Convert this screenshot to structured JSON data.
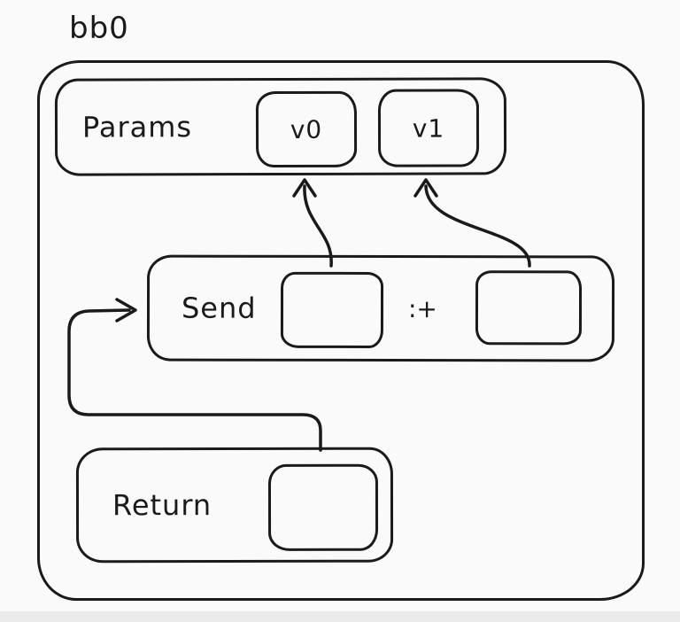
{
  "colors": {
    "ink": "#1a1a1a",
    "background": "#fafafa"
  },
  "diagram": {
    "block_label": "bb0",
    "params_node": {
      "label": "Params",
      "values": [
        "v0",
        "v1"
      ]
    },
    "send_node": {
      "label": "Send",
      "operator": ":+"
    },
    "return_node": {
      "label": "Return"
    },
    "edges": [
      {
        "from": "send-arg-slot-1",
        "to": "param-value-v0"
      },
      {
        "from": "send-arg-slot-2",
        "to": "param-value-v1"
      },
      {
        "from": "return-value-slot",
        "to": "send-node"
      }
    ]
  }
}
